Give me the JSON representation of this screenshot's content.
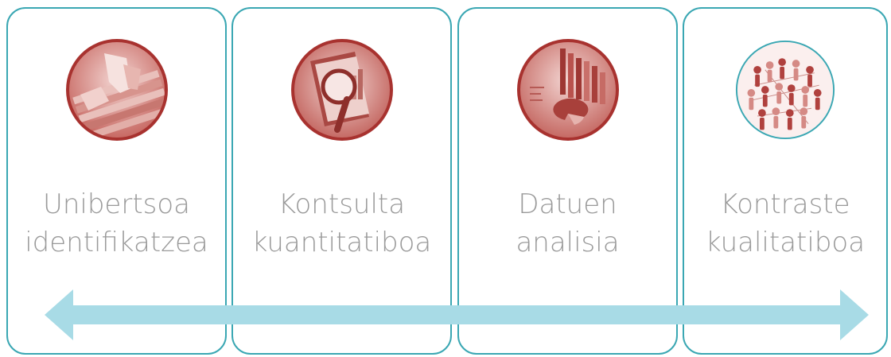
{
  "steps": [
    {
      "line1": "Unibertsoa",
      "line2": "identifikatzea",
      "icon": "file-folders-icon"
    },
    {
      "line1": "Kontsulta",
      "line2": "kuantitatiboa",
      "icon": "magnifier-icon"
    },
    {
      "line1": "Datuen",
      "line2": "analisia",
      "icon": "bar-chart-icon"
    },
    {
      "line1": "Kontraste",
      "line2": "kualitatiboa",
      "icon": "people-network-icon"
    }
  ],
  "colors": {
    "card_border": "#3aa7b3",
    "label_text": "#9a9a9a",
    "arrow": "#a8dbe6",
    "icon_tint": "#b0413e"
  }
}
